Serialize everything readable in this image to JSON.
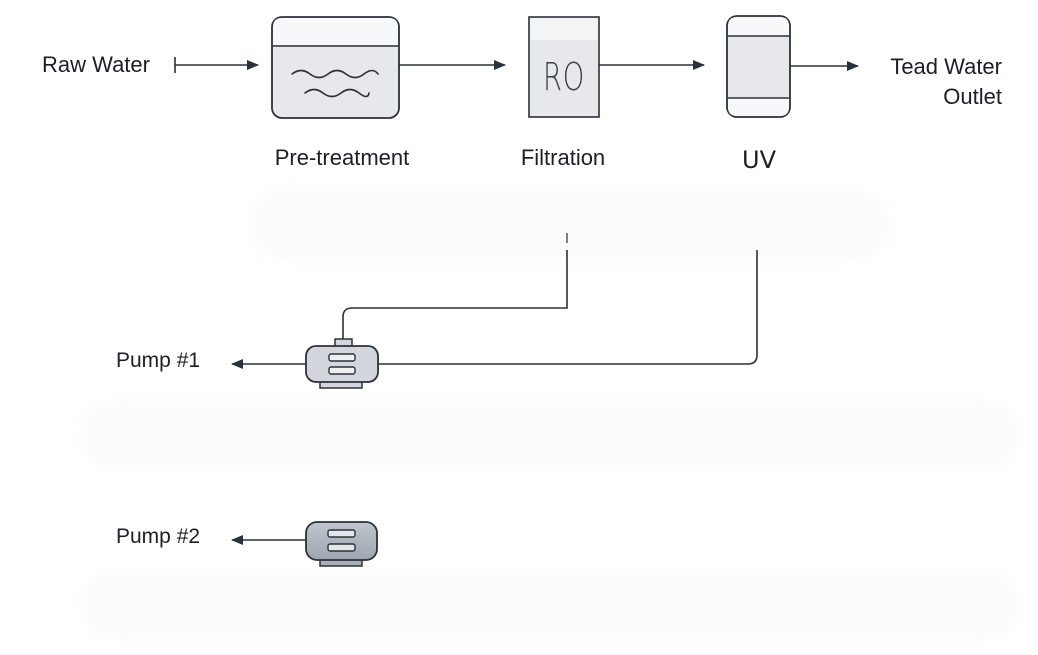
{
  "diagram": {
    "inputs": {
      "raw_water": "Raw Water"
    },
    "stages": [
      {
        "id": "pretreatment",
        "label": "Pre-treatment"
      },
      {
        "id": "filtration",
        "label": "Filtration",
        "unit_text": "RO"
      },
      {
        "id": "uv",
        "label": "UV"
      }
    ],
    "outlet": {
      "line1": "Tead Water",
      "line2": "Outlet"
    },
    "pumps": [
      {
        "id": "pump1",
        "label": "Pump #1"
      },
      {
        "id": "pump2",
        "label": "Pump #2"
      }
    ],
    "colors": {
      "stroke": "#2b313a",
      "tank_fill": "#e6e8eb",
      "tank_top": "#f6f7f8",
      "pump1_fill": "#d3d7dd",
      "pump2_fill": "#a9b0b9"
    }
  }
}
